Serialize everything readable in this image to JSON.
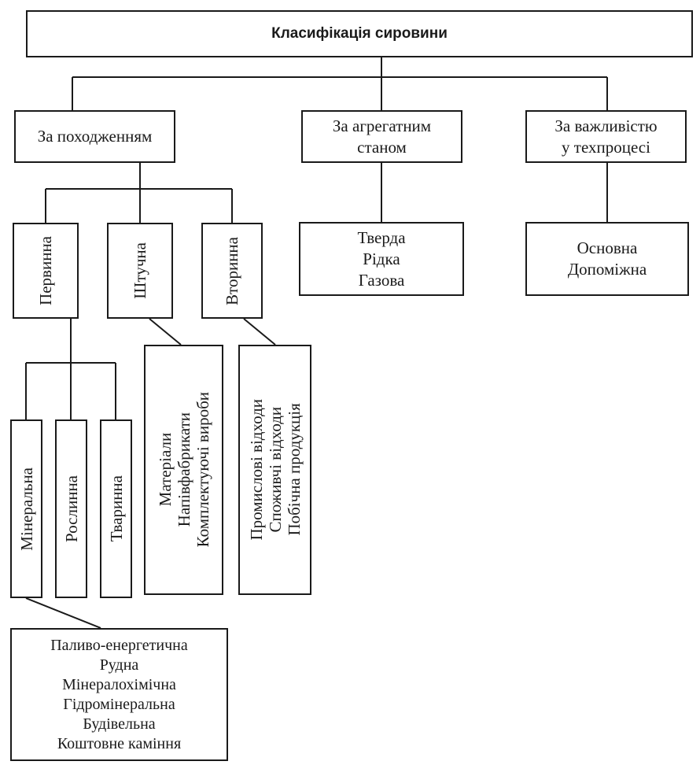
{
  "root": {
    "title": "Класифікація сировини"
  },
  "criteria": {
    "origin": {
      "label": "За походженням"
    },
    "state": {
      "lines": [
        "За агрегатним",
        "станом"
      ]
    },
    "importance": {
      "lines": [
        "За важливістю",
        "у техпроцесі"
      ]
    }
  },
  "origin_types": {
    "primary": "Первинна",
    "artificial": "Штучна",
    "secondary": "Вторинна"
  },
  "states": {
    "lines": [
      "Тверда",
      "Рідка",
      "Газова"
    ]
  },
  "importance_types": {
    "lines": [
      "Основна",
      "Допоміжна"
    ]
  },
  "primary_types": {
    "mineral": "Мінеральна",
    "plant": "Рослинна",
    "animal": "Тваринна"
  },
  "artificial_items": {
    "lines": [
      "Матеріали",
      "Напівфабрикати",
      "Комплектуючі вироби"
    ]
  },
  "secondary_items": {
    "lines": [
      "Промислові відходи",
      "Споживчі відходи",
      "Побічна продукція"
    ]
  },
  "mineral_items": {
    "lines": [
      "Паливо-енергетична",
      "Рудна",
      "Мінералохімічна",
      "Гідромінеральна",
      "Будівельна",
      "Коштовне каміння"
    ]
  }
}
